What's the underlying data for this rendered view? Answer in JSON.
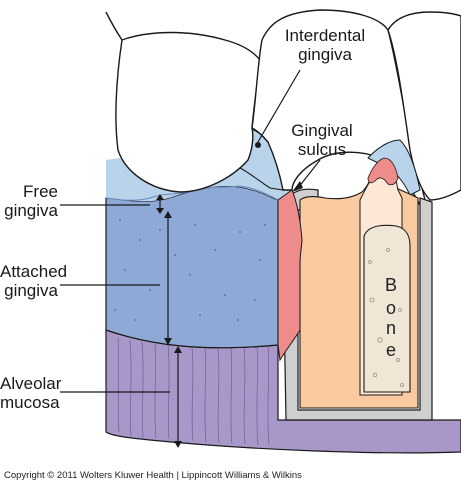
{
  "labels": {
    "interdental_gingiva": [
      "Interdental",
      "gingiva"
    ],
    "gingival_sulcus": [
      "Gingival",
      "sulcus"
    ],
    "free_gingiva": [
      "Free",
      "gingiva"
    ],
    "attached_gingiva": [
      "Attached",
      "gingiva"
    ],
    "alveolar_mucosa": [
      "Alveolar",
      "mucosa"
    ],
    "bone_letters": [
      "B",
      "o",
      "n",
      "e"
    ]
  },
  "copyright": "Copyright © 2011 Wolters Kluwer Health | Lippincott Williams & Wilkins",
  "colors": {
    "tooth_crown": "#ffffff",
    "free_gingiva": "#b8d3ea",
    "attached_gingiva": "#8fa9d6",
    "alveolar_mucosa": "#a897c9",
    "inflamed_gingiva": "#ee8c8c",
    "dentin": "#f9c9a0",
    "root_canal": "#fde7d5",
    "bone_marrow": "#efe6d6",
    "periodontal_ligament": "#b9b9b9",
    "outline": "#1a1a1a"
  }
}
